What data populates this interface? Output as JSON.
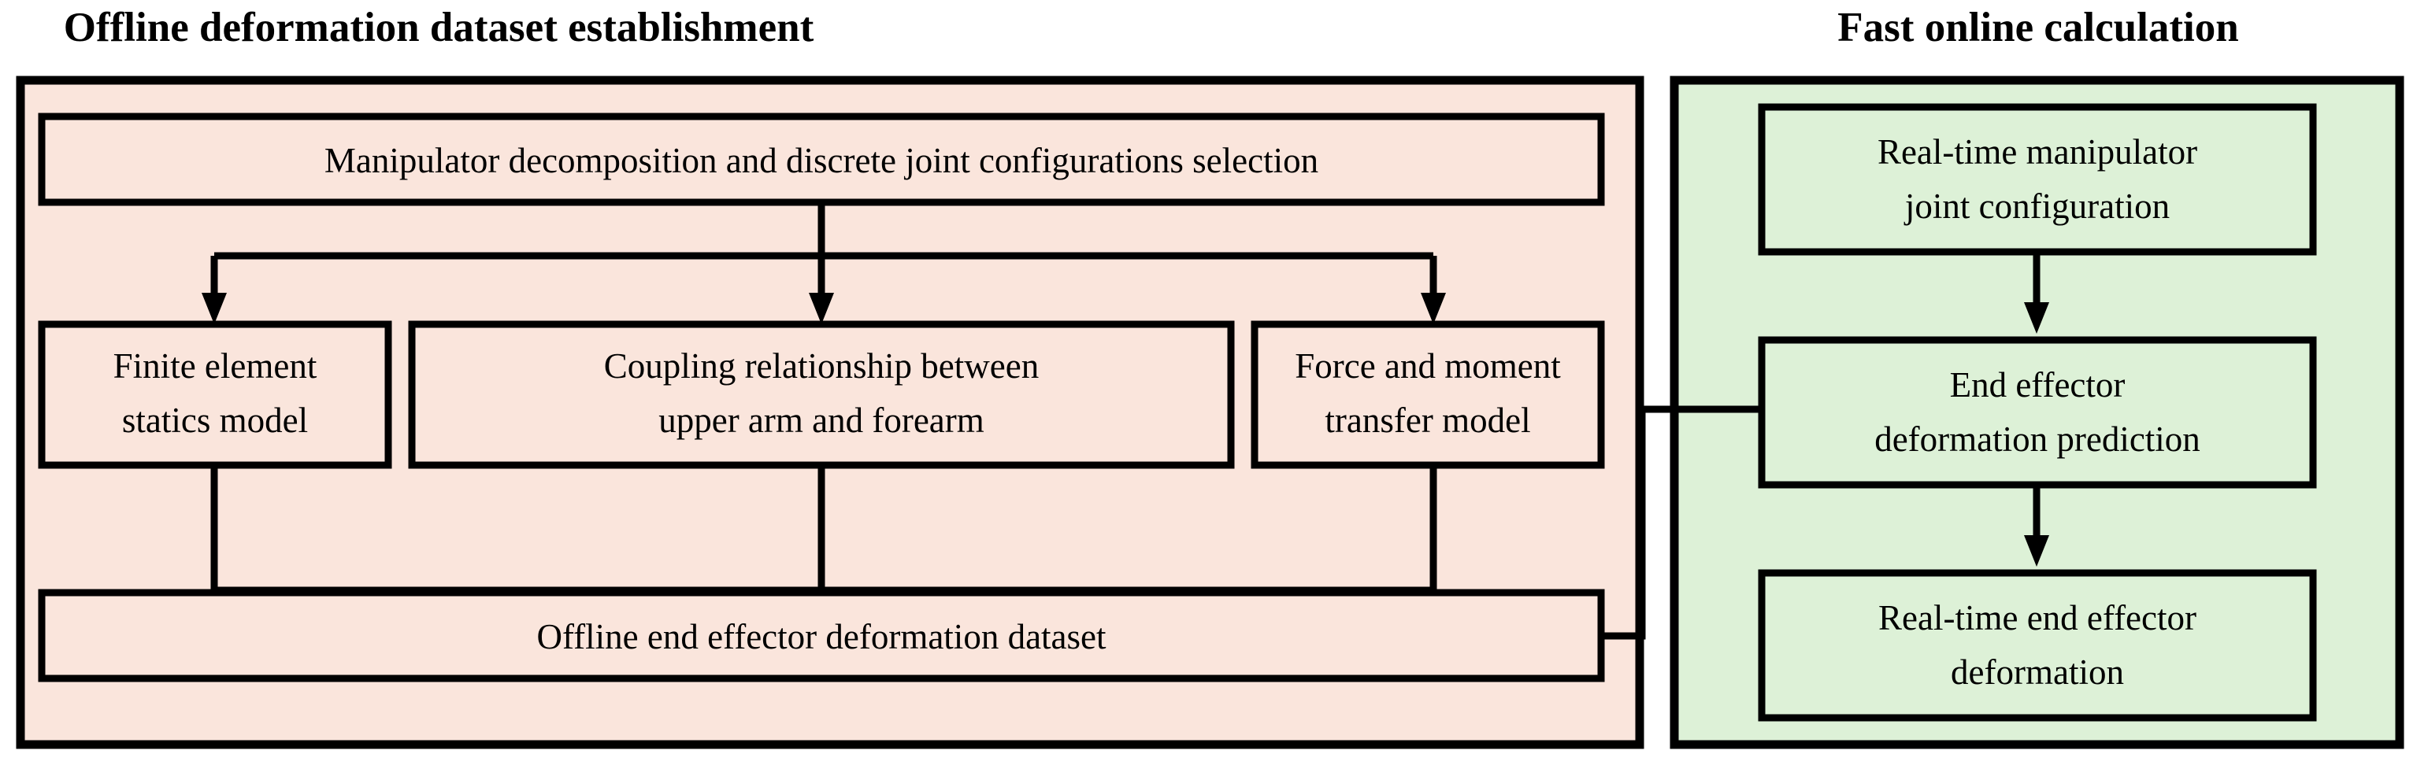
{
  "colors": {
    "left_panel_fill": "#fae5dc",
    "right_panel_fill": "#ddf1d7",
    "stroke": "#000000",
    "background": "#ffffff"
  },
  "panels": [
    {
      "id": "offline",
      "title": "Offline deformation dataset establishment"
    },
    {
      "id": "online",
      "title": "Fast online calculation"
    }
  ],
  "offline_nodes": {
    "decomposition": {
      "lines": [
        "Manipulator decomposition and discrete joint configurations selection"
      ]
    },
    "fem": {
      "lines": [
        "Finite element",
        "statics model"
      ]
    },
    "coupling": {
      "lines": [
        "Coupling relationship between",
        "upper arm and forearm"
      ]
    },
    "transfer": {
      "lines": [
        "Force and moment",
        "transfer model"
      ]
    },
    "dataset": {
      "lines": [
        "Offline end effector deformation dataset"
      ]
    }
  },
  "online_nodes": {
    "joint_config": {
      "lines": [
        "Real-time manipulator",
        "joint configuration"
      ]
    },
    "prediction": {
      "lines": [
        "End effector",
        "deformation prediction"
      ]
    },
    "deformation": {
      "lines": [
        "Real-time end effector",
        "deformation"
      ]
    }
  },
  "connectors": [
    {
      "id": "decomposition-to-fem",
      "from": "decomposition",
      "to": "fem",
      "type": "split-arrow"
    },
    {
      "id": "decomposition-to-coupling",
      "from": "decomposition",
      "to": "coupling",
      "type": "split-arrow"
    },
    {
      "id": "decomposition-to-transfer",
      "from": "decomposition",
      "to": "transfer",
      "type": "split-arrow"
    },
    {
      "id": "fem-to-dataset",
      "from": "fem",
      "to": "dataset",
      "type": "merge"
    },
    {
      "id": "coupling-to-dataset",
      "from": "coupling",
      "to": "dataset",
      "type": "merge-arrow"
    },
    {
      "id": "transfer-to-dataset",
      "from": "transfer",
      "to": "dataset",
      "type": "merge"
    },
    {
      "id": "dataset-to-prediction",
      "from": "dataset",
      "to": "prediction",
      "type": "cross-panel-arrow"
    },
    {
      "id": "joint-config-to-prediction",
      "from": "joint_config",
      "to": "prediction",
      "type": "arrow"
    },
    {
      "id": "prediction-to-deformation",
      "from": "prediction",
      "to": "deformation",
      "type": "arrow"
    }
  ]
}
